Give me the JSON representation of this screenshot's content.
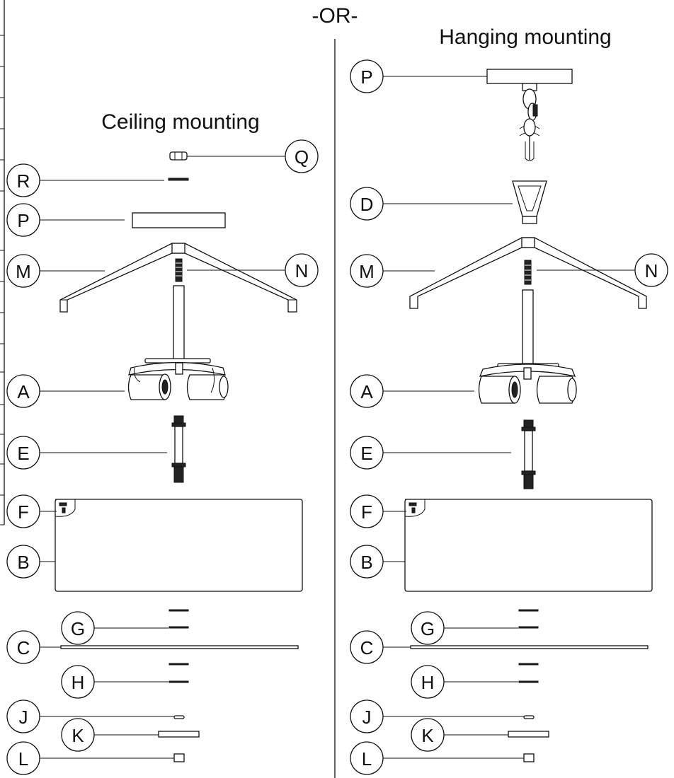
{
  "header": {
    "or_text": "-OR-"
  },
  "left_panel": {
    "title": "Ceiling mounting",
    "parts": [
      "Q",
      "R",
      "P",
      "M",
      "N",
      "A",
      "E",
      "F",
      "B",
      "G",
      "C",
      "H",
      "J",
      "K",
      "L"
    ]
  },
  "right_panel": {
    "title": "Hanging mounting",
    "parts": [
      "P",
      "D",
      "M",
      "N",
      "A",
      "E",
      "F",
      "B",
      "G",
      "C",
      "H",
      "J",
      "K",
      "L"
    ]
  }
}
